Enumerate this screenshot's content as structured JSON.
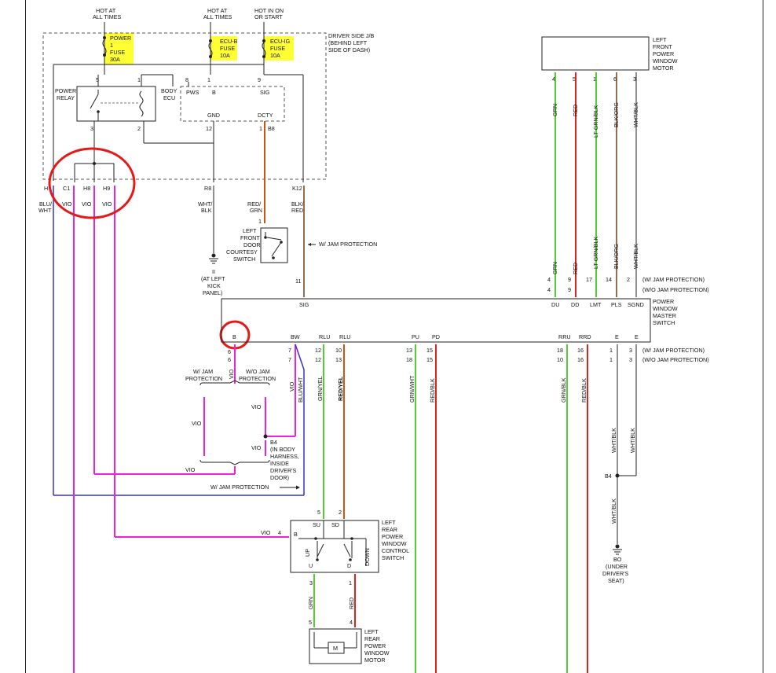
{
  "fuse_block": {
    "hot_at_all_times_1": [
      "HOT AT",
      "ALL TIMES"
    ],
    "hot_at_all_times_2": [
      "HOT AT",
      "ALL TIMES"
    ],
    "hot_in_on": [
      "HOT IN ON",
      "OR START"
    ],
    "power_fuse": [
      "POWER",
      "1",
      "FUSE",
      "30A"
    ],
    "ecub_fuse": [
      "ECU-B",
      "FUSE",
      "10A"
    ],
    "ecuig_fuse": [
      "ECU-IG",
      "FUSE",
      "10A"
    ],
    "jb_label": [
      "DRIVER SIDE J/B",
      "(BEHIND LEFT",
      "SIDE OF DASH)"
    ],
    "power_relay": [
      "POWER",
      "RELAY"
    ],
    "body_ecu": [
      "BODY",
      "ECU"
    ],
    "ecu_pins": {
      "pws": "PWS",
      "b": "B",
      "sig": "SIG",
      "gnd": "GND",
      "dcty": "DCTY"
    },
    "pin_nums": {
      "p5": "5",
      "p1a": "1",
      "p8": "8",
      "p1b": "1",
      "p9": "9",
      "p3": "3",
      "p2": "2",
      "p12": "12",
      "p1c": "1",
      "b8": "B8"
    },
    "connectors": {
      "h": "H",
      "c1": "C1",
      "h8": "H8",
      "h9": "H9",
      "r8": "R8",
      "k12": "K12"
    }
  },
  "wires_top": {
    "bluwht": [
      "BLU/",
      "WHT"
    ],
    "vio": "VIO",
    "whtblk": [
      "WHT/",
      "BLK"
    ],
    "redgrn": [
      "RED/",
      "GRN"
    ],
    "blkred": [
      "BLK/",
      "RED"
    ]
  },
  "door_switch": {
    "label": [
      "LEFT",
      "FRONT",
      "DOOR",
      "COURTESY",
      "SWITCH"
    ],
    "pin": "1",
    "jam": "W/ JAM PROTECTION",
    "pin11": "11"
  },
  "ground_ii": {
    "label": [
      "II",
      "(AT LEFT",
      "KICK",
      "PANEL)"
    ]
  },
  "front_motor": {
    "label": [
      "LEFT",
      "FRONT",
      "POWER",
      "WINDOW",
      "MOTOR"
    ],
    "pins": [
      "4",
      "5",
      "1",
      "6",
      "3"
    ],
    "colors_top": [
      "GRN",
      "RED",
      "LT GRN/BLK",
      "BLK/ORG",
      "WHT/BLK"
    ],
    "colors_bottom": [
      "GRN",
      "RED",
      "LT GRN/BLK",
      "BLK/ORG",
      "WHT/BLK"
    ],
    "pins_jam": [
      "4",
      "9",
      "17",
      "14",
      "2"
    ],
    "pins_nojam": [
      "4",
      "9",
      "",
      "",
      ""
    ],
    "jam_label": "(W/ JAM PROTECTION)",
    "nojam_label": "(W/O JAM PROTECTION)"
  },
  "master_switch": {
    "label": [
      "POWER",
      "WINDOW",
      "MASTER",
      "SWITCH"
    ],
    "top_pins": {
      "sig": "SIG",
      "du": "DU",
      "dd": "DD",
      "lmt": "LMT",
      "pls": "PLS",
      "sgnd": "SGND"
    },
    "bottom_pins": {
      "b": "B",
      "bw": "BW",
      "rlu": "RLU",
      "rlu2": "RLU",
      "pu": "PU",
      "pd": "PD",
      "rru": "RRU",
      "rrd": "RRD",
      "e1": "E",
      "e2": "E"
    },
    "nums_jam": {
      "bw": "7",
      "rlu": "12",
      "rlu2": "10",
      "pu": "13",
      "pd": "15",
      "rru": "18",
      "rrd": "16",
      "e1": "1",
      "e2": "3"
    },
    "nums_nojam": {
      "bw": "7",
      "rlu": "12",
      "rlu2": "13",
      "pu": "18",
      "pd": "15",
      "rru": "10",
      "rrd": "16",
      "e1": "1",
      "e2": "3"
    },
    "jam_label": "(W/ JAM PROTECTION)",
    "nojam_label": "(W/O JAM PROTECTION)"
  },
  "middle": {
    "b_pin6a": "6",
    "b_pin6b": "6",
    "vio": "VIO",
    "bluwht": "BLU/WHT",
    "grnyel": "GRN/YEL",
    "redyel": "RED/YEL",
    "grnwht": "GRN/WHT",
    "redblk": "RED/BLK",
    "grnblk": "GRN/BLK",
    "redblk2": "RED/BLK",
    "whtblk1": "WHT/BLK",
    "whtblk2": "WHT/BLK",
    "whtblk3": "WHT/BLK",
    "wjam": [
      "W/ JAM",
      "PROTECTION"
    ],
    "wojam": [
      "W/O JAM",
      "PROTECTION"
    ],
    "b4": "B4",
    "b4_label": [
      "(IN BODY",
      "HARNESS,",
      "INSIDE",
      "DRIVER'S",
      "DOOR)"
    ],
    "b4_right": "B4",
    "bo_label": [
      "BO",
      "(UNDER",
      "DRIVER'S",
      "SEAT)"
    ],
    "wjam_bottom": "W/ JAM PROTECTION"
  },
  "rear_switch": {
    "label": [
      "LEFT",
      "REAR",
      "POWER",
      "WINDOW",
      "CONTROL",
      "SWITCH"
    ],
    "pins": {
      "p5": "5",
      "p2": "2",
      "su": "SU",
      "sd": "SD",
      "b": "B",
      "p4": "4",
      "vio": "VIO",
      "up": "UP",
      "down": "DOWN",
      "u": "U",
      "d": "D",
      "p3": "3",
      "p1": "1"
    }
  },
  "rear_motor": {
    "label": [
      "LEFT",
      "REAR",
      "POWER",
      "WINDOW",
      "MOTOR"
    ],
    "grn": "GRN",
    "red": "RED",
    "p5": "5",
    "p4": "4",
    "m": "M"
  },
  "colors": {
    "green": "#55cc33",
    "red": "#dd2222",
    "violet": "#ee22dd",
    "blue": "#3333cc",
    "orange": "#cc5511",
    "brown": "#7a4a22",
    "darkgray": "#333333",
    "highlight": "#ffff33",
    "circle": "#e61919"
  }
}
